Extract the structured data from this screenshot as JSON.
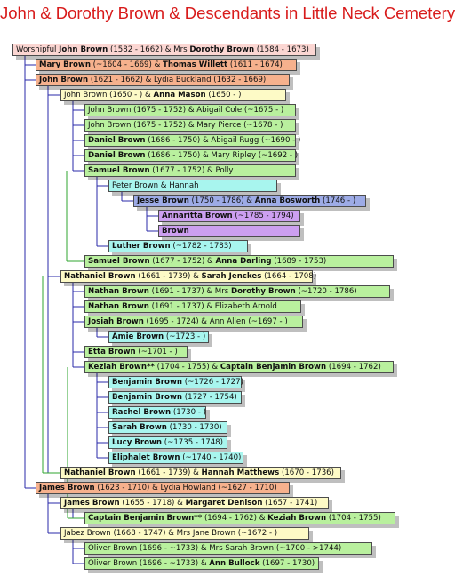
{
  "title": "John & Dorothy Brown & Descendants in Little Neck Cemetery",
  "colors": {
    "title": "#d81b1b",
    "pink": "#fbd6d2",
    "salmon": "#f6b18d",
    "cream": "#fdfac6",
    "green": "#b9f09e",
    "cyan": "#a8f5ee",
    "blue": "#9dabe6",
    "purple": "#cc9ff0",
    "line_blue": "#2a2aa8",
    "line_green": "#2fa52f"
  },
  "nodes": [
    {
      "id": "n0",
      "color": "pink",
      "parts": [
        [
          "Worshipful ",
          0
        ],
        [
          "John Brown",
          1
        ],
        [
          " (1582 - 1662) & Mrs ",
          0
        ],
        [
          "Dorothy Brown",
          1
        ],
        [
          " (1584 - 1673)",
          0
        ]
      ]
    },
    {
      "id": "n1",
      "color": "salmon",
      "parts": [
        [
          "Mary Brown",
          1
        ],
        [
          " (~1604 - 1669) & ",
          0
        ],
        [
          "Thomas Willett",
          1
        ],
        [
          " (1611 - 1674)",
          0
        ]
      ]
    },
    {
      "id": "n2",
      "color": "salmon",
      "parts": [
        [
          "John Brown",
          1
        ],
        [
          " (1621 - 1662) & Lydia Buckland (1632 - 1669)",
          0
        ]
      ]
    },
    {
      "id": "n3",
      "color": "cream",
      "parts": [
        [
          "John Brown (1650 - ) & ",
          0
        ],
        [
          "Anna Mason",
          1
        ],
        [
          " (1650 - )",
          0
        ]
      ]
    },
    {
      "id": "n4",
      "color": "green",
      "parts": [
        [
          "John Brown (1675 - 1752) & Abigail Cole (~1675 - )",
          0
        ]
      ]
    },
    {
      "id": "n5",
      "color": "green",
      "parts": [
        [
          "John Brown (1675 - 1752) & Mary Pierce (~1678 - )",
          0
        ]
      ]
    },
    {
      "id": "n6",
      "color": "green",
      "parts": [
        [
          "Daniel Brown",
          1
        ],
        [
          " (1686 - 1750) & Abigail Rugg (~1690 - )",
          0
        ]
      ]
    },
    {
      "id": "n7",
      "color": "green",
      "parts": [
        [
          "Daniel Brown",
          1
        ],
        [
          " (1686 - 1750) & Mary Ripley (~1692 - )",
          0
        ]
      ]
    },
    {
      "id": "n8",
      "color": "green",
      "parts": [
        [
          "Samuel Brown",
          1
        ],
        [
          " (1677 - 1752) & Polly",
          0
        ]
      ]
    },
    {
      "id": "n9",
      "color": "cyan",
      "parts": [
        [
          "Peter Brown & Hannah",
          0
        ]
      ]
    },
    {
      "id": "n10",
      "color": "blue",
      "parts": [
        [
          "Jesse Brown",
          1
        ],
        [
          " (1750 - 1786) & ",
          0
        ],
        [
          "Anna Bosworth",
          1
        ],
        [
          " (1746 - )",
          0
        ]
      ]
    },
    {
      "id": "n11",
      "color": "purple",
      "parts": [
        [
          "Annaritta Brown",
          1
        ],
        [
          " (~1785 - 1794)",
          0
        ]
      ]
    },
    {
      "id": "n12",
      "color": "purple",
      "parts": [
        [
          "Brown",
          1
        ]
      ]
    },
    {
      "id": "n13",
      "color": "cyan",
      "parts": [
        [
          "Luther Brown",
          1
        ],
        [
          " (~1782 - 1783)",
          0
        ]
      ]
    },
    {
      "id": "n14",
      "color": "green",
      "parts": [
        [
          "Samuel Brown",
          1
        ],
        [
          " (1677 - 1752) & ",
          0
        ],
        [
          "Anna Darling",
          1
        ],
        [
          " (1689 - 1753)",
          0
        ]
      ]
    },
    {
      "id": "n15",
      "color": "cream",
      "parts": [
        [
          "Nathaniel Brown",
          1
        ],
        [
          " (1661 - 1739) & ",
          0
        ],
        [
          "Sarah Jenckes",
          1
        ],
        [
          " (1664 - 1708)",
          0
        ]
      ]
    },
    {
      "id": "n16",
      "color": "green",
      "parts": [
        [
          "Nathan Brown",
          1
        ],
        [
          " (1691 - 1737) & Mrs ",
          0
        ],
        [
          "Dorothy Brown",
          1
        ],
        [
          " (~1720 - 1786)",
          0
        ]
      ]
    },
    {
      "id": "n17",
      "color": "green",
      "parts": [
        [
          "Nathan Brown",
          1
        ],
        [
          " (1691 - 1737) & Elizabeth Arnold",
          0
        ]
      ]
    },
    {
      "id": "n18",
      "color": "green",
      "parts": [
        [
          "Josiah Brown",
          1
        ],
        [
          " (1695 - 1724) & Ann Allen (~1697 - )",
          0
        ]
      ]
    },
    {
      "id": "n19",
      "color": "cyan",
      "parts": [
        [
          "Amie Brown",
          1
        ],
        [
          " (~1723 - )",
          0
        ]
      ]
    },
    {
      "id": "n20",
      "color": "green",
      "parts": [
        [
          "Etta Brown",
          1
        ],
        [
          " (~1701 - )",
          0
        ]
      ]
    },
    {
      "id": "n21",
      "color": "green",
      "parts": [
        [
          "Keziah Brown**",
          1
        ],
        [
          " (1704 - 1755) & ",
          0
        ],
        [
          "Captain Benjamin Brown",
          1
        ],
        [
          " (1694 - 1762)",
          0
        ]
      ]
    },
    {
      "id": "n22",
      "color": "cyan",
      "parts": [
        [
          "Benjamin Brown",
          1
        ],
        [
          " (~1726 - 1727)",
          0
        ]
      ]
    },
    {
      "id": "n23",
      "color": "cyan",
      "parts": [
        [
          "Benjamin Brown",
          1
        ],
        [
          " (1727 - 1754)",
          0
        ]
      ]
    },
    {
      "id": "n24",
      "color": "cyan",
      "parts": [
        [
          "Rachel Brown",
          1
        ],
        [
          " (1730 - )",
          0
        ]
      ]
    },
    {
      "id": "n25",
      "color": "cyan",
      "parts": [
        [
          "Sarah Brown",
          1
        ],
        [
          " (1730 - 1730)",
          0
        ]
      ]
    },
    {
      "id": "n26",
      "color": "cyan",
      "parts": [
        [
          "Lucy Brown",
          1
        ],
        [
          " (~1735 - 1748)",
          0
        ]
      ]
    },
    {
      "id": "n27",
      "color": "cyan",
      "parts": [
        [
          "Eliphalet Brown",
          1
        ],
        [
          " (~1740 - 1740)",
          0
        ]
      ]
    },
    {
      "id": "n28",
      "color": "cream",
      "parts": [
        [
          "Nathaniel Brown",
          1
        ],
        [
          " (1661 - 1739) & ",
          0
        ],
        [
          "Hannah Matthews",
          1
        ],
        [
          " (1670 - 1736)",
          0
        ]
      ]
    },
    {
      "id": "n29",
      "color": "salmon",
      "parts": [
        [
          "James Brown",
          1
        ],
        [
          " (1623 - 1710) & Lydia Howland (~1627 - 1710)",
          0
        ]
      ]
    },
    {
      "id": "n30",
      "color": "cream",
      "parts": [
        [
          "James Brown",
          1
        ],
        [
          " (1655 - 1718) & ",
          0
        ],
        [
          "Margaret Denison",
          1
        ],
        [
          " (1657 - 1741)",
          0
        ]
      ]
    },
    {
      "id": "n31",
      "color": "green",
      "parts": [
        [
          "Captain Benjamin Brown**",
          1
        ],
        [
          " (1694 - 1762) & ",
          0
        ],
        [
          "Keziah Brown",
          1
        ],
        [
          " (1704 - 1755)",
          0
        ]
      ]
    },
    {
      "id": "n32",
      "color": "cream",
      "parts": [
        [
          "Jabez Brown (1668 - 1747) & Mrs Jane Brown (~1672 - )",
          0
        ]
      ]
    },
    {
      "id": "n33",
      "color": "green",
      "parts": [
        [
          "Oliver Brown (1696 - ~1733) & Mrs Sarah Brown (~1700 - >1744)",
          0
        ]
      ]
    },
    {
      "id": "n34",
      "color": "green",
      "parts": [
        [
          "Oliver Brown (1696 - ~1733) & ",
          0
        ],
        [
          "Ann Bullock",
          1
        ],
        [
          " (1697 - 1730)",
          0
        ]
      ]
    }
  ]
}
